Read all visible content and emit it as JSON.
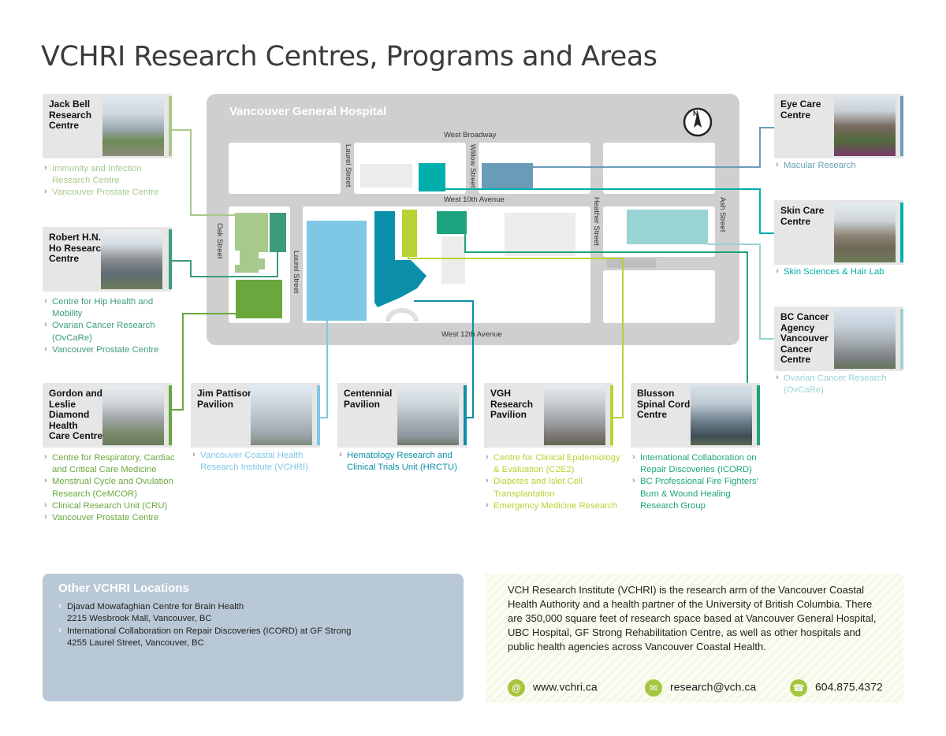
{
  "title": "VCHRI Research Centres, Programs and Areas",
  "map": {
    "hospital_label": "Vancouver General Hospital",
    "compass_letter": "N",
    "streets": {
      "west_broadway": "West Broadway",
      "west_10th": "West 10th Avenue",
      "west_12th": "West 12th Avenue",
      "laurel_top": "Laurel Street",
      "laurel_bottom": "Laurel  Street",
      "willow": "Willow Street",
      "oak": "Oak Street",
      "heather": "Heather Street",
      "ash": "Ash Street"
    }
  },
  "colors": {
    "jack_bell": "#a8c98c",
    "robert_ho": "#3d9b7c",
    "gordon_leslie": "#6aa83e",
    "jim_pattison": "#7ec8e6",
    "centennial": "#0b8fab",
    "vgh_research": "#b7d234",
    "blusson": "#1ea37f",
    "eye_care": "#6a9cb8",
    "skin_care": "#00aeab",
    "bc_cancer": "#9ad3d3"
  },
  "centres": {
    "jack_bell": {
      "name": [
        "Jack Bell",
        "Research",
        "Centre"
      ],
      "programs": [
        "Immunity and Infection Research Centre",
        "Vancouver Prostate Centre"
      ]
    },
    "robert_ho": {
      "name": [
        "Robert H.N.",
        "Ho Research",
        "Centre"
      ],
      "programs": [
        "Centre for Hip Health and Mobility",
        "Ovarian Cancer Research (OvCaRe)",
        "Vancouver Prostate Centre"
      ]
    },
    "gordon_leslie": {
      "name": [
        "Gordon and",
        "Leslie",
        "Diamond",
        "Health",
        "Care Centre"
      ],
      "programs": [
        "Centre for Respiratory, Cardiac and Critical Care Medicine",
        "Menstrual Cycle and Ovulation Research (CeMCOR)",
        "Clinical Research Unit (CRU)",
        "Vancouver Prostate Centre"
      ]
    },
    "jim_pattison": {
      "name": [
        "Jim Pattison",
        "Pavilion"
      ],
      "programs": [
        "Vancouver Coastal Health Research Institute (VCHRI)"
      ]
    },
    "centennial": {
      "name": [
        "Centennial",
        "Pavilion"
      ],
      "programs": [
        "Hematology Research and Clinical Trials Unit (HRCTU)"
      ]
    },
    "vgh_research": {
      "name": [
        "VGH",
        "Research",
        "Pavilion"
      ],
      "programs": [
        "Centre for Clinical Epidemiology & Evaluation (C2E2)",
        "Diabetes and Islet Cell Transplantation",
        "Emergency Medicine Research"
      ]
    },
    "blusson": {
      "name": [
        "Blusson",
        "Spinal Cord",
        "Centre"
      ],
      "programs": [
        "International Collaboration on Repair Discoveries (ICORD)",
        "BC Professional Fire Fighters' Burn & Wound Healing Research Group"
      ]
    },
    "eye_care": {
      "name": [
        "Eye Care",
        "Centre"
      ],
      "programs": [
        "Macular Research"
      ]
    },
    "skin_care": {
      "name": [
        "Skin Care",
        "Centre"
      ],
      "programs": [
        "Skin Sciences & Hair Lab"
      ]
    },
    "bc_cancer": {
      "name": [
        "BC Cancer",
        "Agency",
        "Vancouver",
        "Cancer",
        "Centre"
      ],
      "programs": [
        "Ovarian Cancer Research (OvCaRe)"
      ]
    }
  },
  "other_locations": {
    "heading": "Other VCHRI Locations",
    "items": [
      {
        "name": "Djavad Mowafaghian Centre for Brain Health",
        "address": "2215 Wesbrook Mall, Vancouver, BC"
      },
      {
        "name": "International Collaboration on Repair Discoveries (ICORD) at GF Strong",
        "address": "4255 Laurel Street, Vancouver, BC"
      }
    ]
  },
  "about": {
    "text": "VCH Research Institute (VCHRI) is the research arm of the Vancouver Coastal Health Authority and a health partner of the University of British Columbia. There are 350,000 square feet of research space based at Vancouver General Hospital, UBC Hospital, GF Strong Rehabilitation Centre, as well as other hospitals and public health agencies across Vancouver Coastal Health.",
    "website": "www.vchri.ca",
    "email": "research@vch.ca",
    "phone": "604.875.4372",
    "icons": [
      "globe-icon",
      "email-icon",
      "phone-icon"
    ]
  }
}
